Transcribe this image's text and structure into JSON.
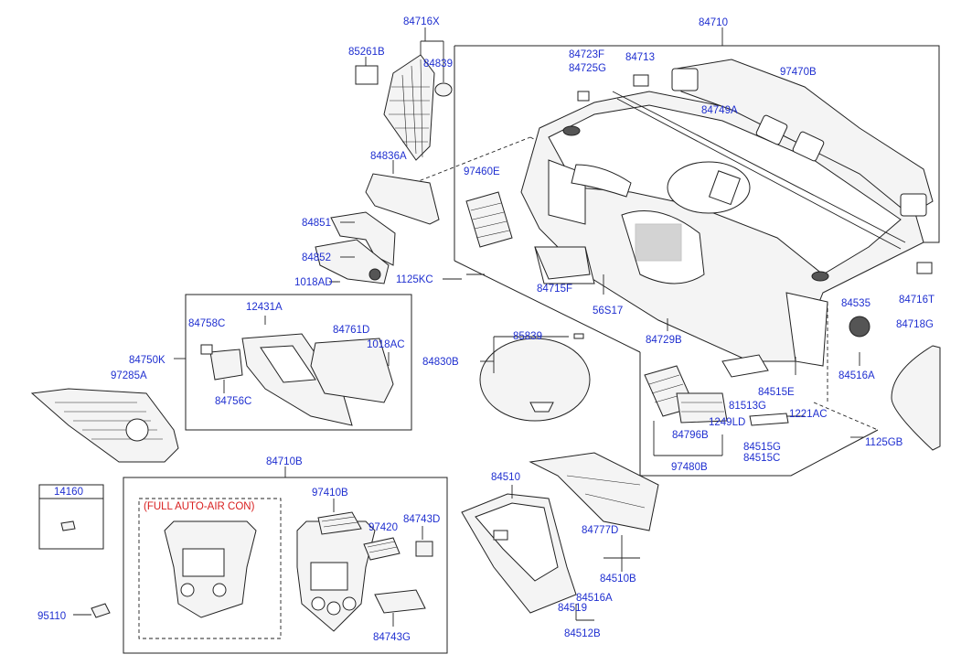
{
  "labels": {
    "p84716X": "84716X",
    "p85261B": "85261B",
    "p84839": "84839",
    "p84710": "84710",
    "p84723F": "84723F",
    "p84725G": "84725G",
    "p84713": "84713",
    "p97470B": "97470B",
    "p84749A": "84749A",
    "p84836A": "84836A",
    "p97460E": "97460E",
    "p84851": "84851",
    "p84852": "84852",
    "p1018AD": "1018AD",
    "p1125KC": "1125KC",
    "p84715F": "84715F",
    "p56S17": "56S17",
    "p84716T": "84716T",
    "p84535": "84535",
    "p84718G": "84718G",
    "p12431A": "12431A",
    "p84758C": "84758C",
    "p84761D": "84761D",
    "p1018AC": "1018AC",
    "p84750K": "84750K",
    "p97285A": "97285A",
    "p84756C": "84756C",
    "p85839": "85839",
    "p84830B": "84830B",
    "p84729B": "84729B",
    "p84516A_top": "84516A",
    "p84515E": "84515E",
    "p81513G": "81513G",
    "p1221AC": "1221AC",
    "p1249LD": "1249LD",
    "p84796B": "84796B",
    "p84515G": "84515G",
    "p84515C": "84515C",
    "p1125GB": "1125GB",
    "p97480B": "97480B",
    "p84710B": "84710B",
    "p14160": "14160",
    "full_auto_air_con": "(FULL AUTO-AIR CON)",
    "p97410B": "97410B",
    "p97420": "97420",
    "p84743D": "84743D",
    "p84743G": "84743G",
    "p95110": "95110",
    "p84510": "84510",
    "p84777D": "84777D",
    "p84510B": "84510B",
    "p84516A_bot": "84516A",
    "p84519": "84519",
    "p84512B": "84512B"
  }
}
